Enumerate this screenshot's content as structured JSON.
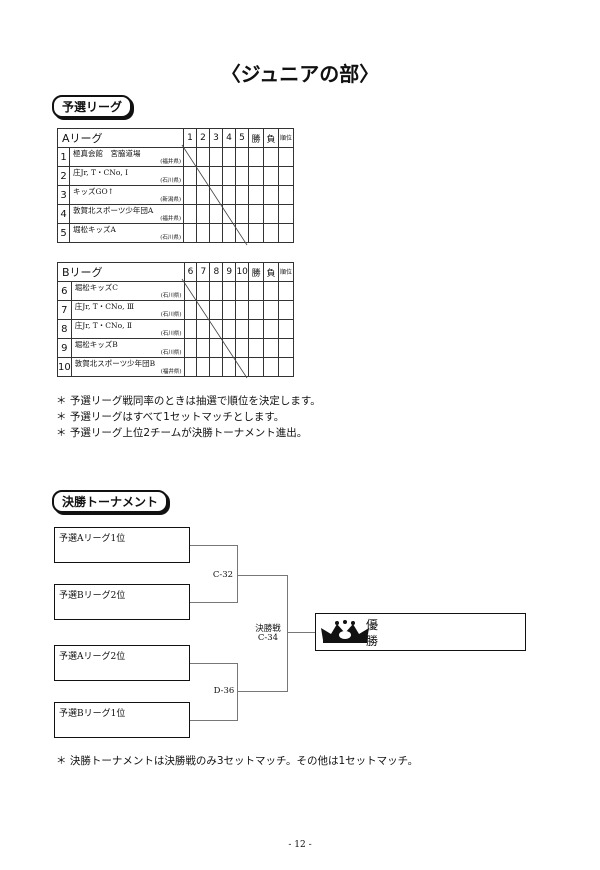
{
  "title": "〈ジュニアの部〉",
  "prelim": {
    "heading": "予選リーグ",
    "leagueA": {
      "name": "Aリーグ",
      "cols": [
        "1",
        "2",
        "3",
        "4",
        "5"
      ],
      "win": "勝",
      "lose": "負",
      "rank": "順位",
      "teams": [
        {
          "no": "1",
          "name": "極真会館　宮脇道場",
          "pref": "(福井県)"
        },
        {
          "no": "2",
          "name": "庄Jr, T・CNo, Ⅰ",
          "pref": "(石川県)"
        },
        {
          "no": "3",
          "name": "キッズGO↑",
          "pref": "(新潟県)"
        },
        {
          "no": "4",
          "name": "敦賀北スポーツ少年団A",
          "pref": "(福井県)"
        },
        {
          "no": "5",
          "name": "堀松キッズA",
          "pref": "(石川県)"
        }
      ]
    },
    "leagueB": {
      "name": "Bリーグ",
      "cols": [
        "6",
        "7",
        "8",
        "9",
        "10"
      ],
      "win": "勝",
      "lose": "負",
      "rank": "順位",
      "teams": [
        {
          "no": "6",
          "name": "堀松キッズC",
          "pref": "(石川県)"
        },
        {
          "no": "7",
          "name": "庄Jr, T・CNo, Ⅲ",
          "pref": "(石川県)"
        },
        {
          "no": "8",
          "name": "庄Jr, T・CNo, Ⅱ",
          "pref": "(石川県)"
        },
        {
          "no": "9",
          "name": "堀松キッズB",
          "pref": "(石川県)"
        },
        {
          "no": "10",
          "name": "敦賀北スポーツ少年団B",
          "pref": "(福井県)"
        }
      ]
    },
    "notes": [
      "＊ 予選リーグ戦同率のときは抽選で順位を決定します。",
      "＊ 予選リーグはすべて1セットマッチとします。",
      "＊ 予選リーグ上位2チームが決勝トーナメント進出。"
    ]
  },
  "tournament": {
    "heading": "決勝トーナメント",
    "slots": [
      "予選Aリーグ1位",
      "予選Bリーグ2位",
      "予選Aリーグ2位",
      "予選Bリーグ1位"
    ],
    "match1": "C-32",
    "match2": "D-36",
    "final_label": "決勝戦",
    "final": "C-34",
    "winner1": "優",
    "winner2": "勝",
    "note": "＊ 決勝トーナメントは決勝戦のみ3セットマッチ。その他は1セットマッチ。"
  },
  "footer": "- 12 -"
}
